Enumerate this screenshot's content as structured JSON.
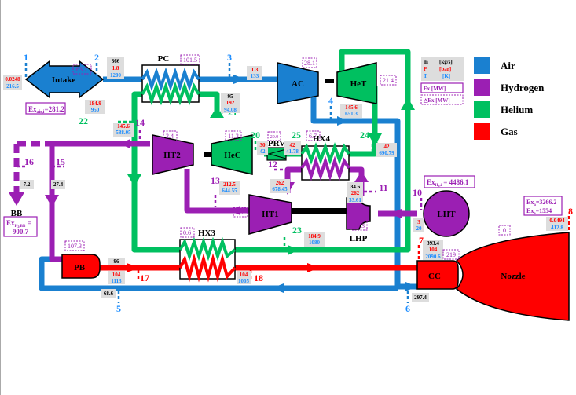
{
  "legend": {
    "units": [
      {
        "sym": "ṁ",
        "unit": "[kg/s]",
        "color": "#000000"
      },
      {
        "sym": "P",
        "unit": "[bar]",
        "color": "#ff0000"
      },
      {
        "sym": "T",
        "unit": "[K]",
        "color": "#1a8cff"
      }
    ],
    "ex_label": "Ex  [MW]",
    "dex_label": "△Ex [MW]",
    "fluids": [
      {
        "name": "Air",
        "color": "#1a80d0"
      },
      {
        "name": "Hydrogen",
        "color": "#9b1fb3"
      },
      {
        "name": "Helium",
        "color": "#00c060"
      },
      {
        "name": "Gas",
        "color": "#ff0000"
      }
    ]
  },
  "components": {
    "intake": "Intake",
    "pc": "PC",
    "ac": "AC",
    "het": "HeT",
    "hec": "HeC",
    "ht2": "HT2",
    "ht1": "HT1",
    "prv": "PRV",
    "hx4": "HX4",
    "hx3": "HX3",
    "lhp": "LHP",
    "lht": "LHT",
    "pb": "PB",
    "cc": "CC",
    "nozzle": "Nozzle",
    "bb": "BB"
  },
  "exergy_destruction": {
    "intake": "63.7",
    "pc": "101.5",
    "ac": "28.1",
    "het": "21.4",
    "ht2": "2.4",
    "hec": "11.3",
    "prv": "20.9",
    "hx4": "6.7",
    "ht1": "1.2",
    "lhp": "16.3",
    "hx3": "0.6",
    "pb": "107.3",
    "cc": "219",
    "nozzle": "0"
  },
  "exergy_boxes": {
    "air_in": "Ex",
    "air_in_sub": "air,i",
    "air_in_val": "=281.2",
    "h2_bb": "Ex",
    "h2_bb_sub": "H",
    "h2_bb_sub2": "2",
    "h2_bb_sub3": ",BB",
    "h2_bb_eq": " =",
    "h2_bb_val": "900.7",
    "h2_i": "Ex",
    "h2_i_sub": "H",
    "h2_i_sub2": "2",
    "h2_i_sub3": ",i",
    "h2_i_val": " = 4486.1",
    "nozzle_a": "Ex",
    "nozzle_a_sub": "a",
    "nozzle_a_val": "=3266.2",
    "nozzle_e": "Ex",
    "nozzle_e_sub": "e",
    "nozzle_e_val": "=1554"
  },
  "states": {
    "s1": {
      "num": "1",
      "p": "0.0248",
      "t": "216.5"
    },
    "s2": {
      "num": "2",
      "m": "366",
      "p": "1.8",
      "t": "1200"
    },
    "s3": {
      "num": "3",
      "p": "1.3",
      "t": "133"
    },
    "s4": {
      "num": "4",
      "p": "145.6",
      "t": "651.3"
    },
    "s5": {
      "num": "5",
      "m": "68.6"
    },
    "s6": {
      "num": "6",
      "m": "297.4"
    },
    "s7": {
      "num": "7",
      "m": "393.4",
      "p": "104",
      "t": "2090.6"
    },
    "s8": {
      "num": "8",
      "p": "0.0494",
      "t": "412.8"
    },
    "s10": {
      "num": "10",
      "p": "3",
      "t": "20"
    },
    "s11": {
      "num": "11",
      "m": "34.6",
      "p": "262",
      "t": "33.61"
    },
    "s12": {
      "num": "12",
      "p": "262",
      "t": "678.45"
    },
    "s13": {
      "num": "13",
      "p": "212.5",
      "t": "644.55"
    },
    "s14": {
      "num": "14",
      "p": "145.6",
      "t": "588.05"
    },
    "s15": {
      "num": "15",
      "m": "27.4"
    },
    "s16": {
      "num": "16",
      "m": "7.2"
    },
    "s17": {
      "num": "17",
      "m": "96",
      "p": "104",
      "t": "1113"
    },
    "s18": {
      "num": "18",
      "p": "104",
      "t": "1005"
    },
    "s20": {
      "num": "20",
      "p": "30",
      "t": "42"
    },
    "s21": {
      "num": "21",
      "m": "95",
      "p": "192",
      "t": "94.08"
    },
    "s22": {
      "num": "22",
      "p": "184.9",
      "t": "950"
    },
    "s23": {
      "num": "23",
      "p": "184.9",
      "t": "1080"
    },
    "s24": {
      "num": "24",
      "p": "42",
      "t": "690.79"
    },
    "s25": {
      "num": "25",
      "p": "42",
      "t": "41.78"
    }
  }
}
